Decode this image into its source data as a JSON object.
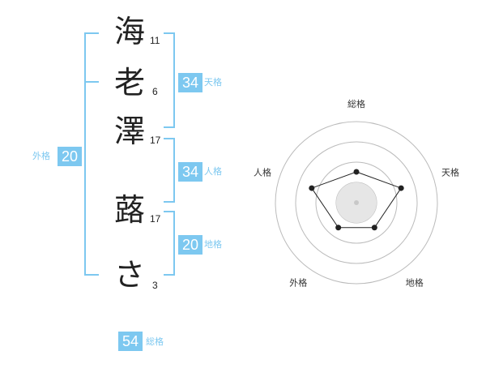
{
  "name_chars": [
    {
      "char": "海",
      "strokes": "11"
    },
    {
      "char": "老",
      "strokes": "6"
    },
    {
      "char": "澤",
      "strokes": "17"
    },
    {
      "char": "蕗",
      "strokes": "17"
    },
    {
      "char": "さ",
      "strokes": "3"
    }
  ],
  "fortunes": {
    "tenkaku": {
      "value": "34",
      "label": "天格"
    },
    "jinkaku": {
      "value": "34",
      "label": "人格"
    },
    "chikaku": {
      "value": "20",
      "label": "地格"
    },
    "gaikaku": {
      "value": "20",
      "label": "外格"
    },
    "soukaku": {
      "value": "54",
      "label": "総格"
    }
  },
  "chart_data": {
    "type": "radar",
    "axes": [
      "総格",
      "天格",
      "地格",
      "外格",
      "人格"
    ],
    "values": [
      1.9,
      2.9,
      1.9,
      1.9,
      2.9
    ],
    "rmax": 5,
    "rings": 4,
    "colors": {
      "accent": "#7dc8f0",
      "line": "#222222",
      "ring": "#bbbbbb",
      "center": "#e6e6e6"
    }
  }
}
